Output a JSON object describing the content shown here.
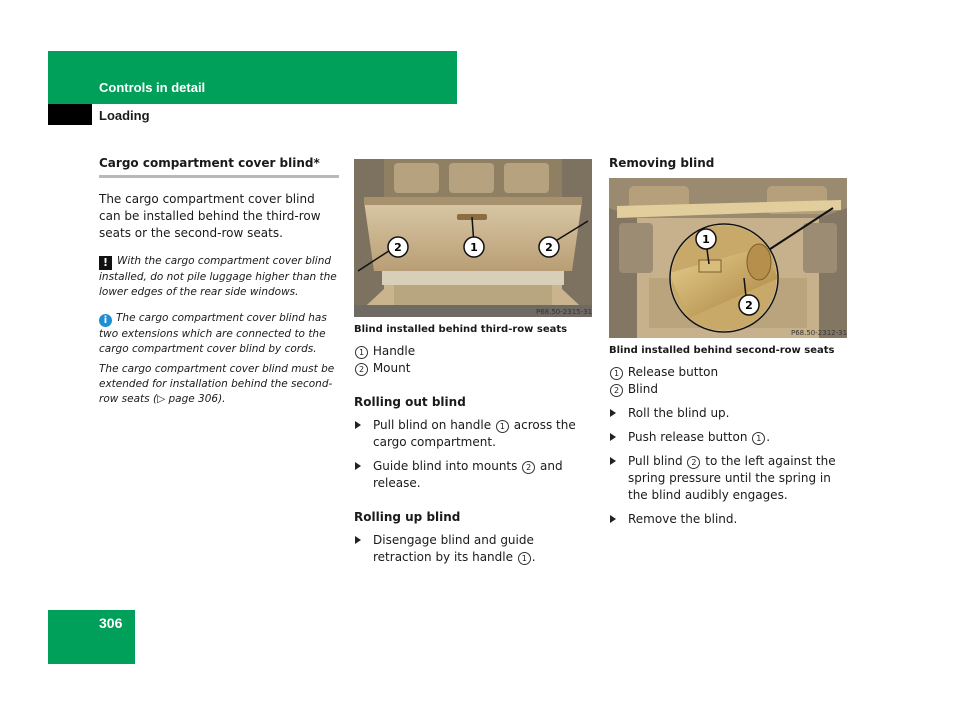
{
  "header": {
    "title": "Controls in detail",
    "subtitle": "Loading"
  },
  "page_number": "306",
  "left": {
    "heading": "Cargo compartment cover blind*",
    "intro": "The cargo compartment cover blind can be installed behind the third-row seats or the second-row seats.",
    "warning": "With the cargo compartment cover blind installed, do not pile luggage higher than the lower edges of the rear side windows.",
    "info1": "The cargo compartment cover blind has two extensions which are connected to the cargo compartment cover blind by cords.",
    "info2_before": "The cargo compartment cover blind must be extended for installation behind the second-row seats (",
    "info2_arrow": "▷",
    "info2_after": " page 306)."
  },
  "middle": {
    "image_ref": "P68.50-2315-31",
    "image_caption": "Blind installed behind third-row seats",
    "legend": [
      {
        "num": "1",
        "label": "Handle"
      },
      {
        "num": "2",
        "label": "Mount"
      }
    ],
    "rolling_out": {
      "heading": "Rolling out blind",
      "step1_a": "Pull blind on handle ",
      "step1_num": "1",
      "step1_b": " across the cargo compartment.",
      "step2_a": "Guide blind into mounts ",
      "step2_num": "2",
      "step2_b": " and release."
    },
    "rolling_up": {
      "heading": "Rolling up blind",
      "step1_a": "Disengage blind and guide retraction by its handle ",
      "step1_num": "1",
      "step1_b": "."
    }
  },
  "right": {
    "heading": "Removing blind",
    "image_ref": "P68.50-2312-31",
    "image_caption": "Blind installed behind second-row seats",
    "legend": [
      {
        "num": "1",
        "label": "Release button"
      },
      {
        "num": "2",
        "label": "Blind"
      }
    ],
    "step1": "Roll the blind up.",
    "step2_a": "Push release button ",
    "step2_num": "1",
    "step2_b": ".",
    "step3_a": "Pull blind ",
    "step3_num": "2",
    "step3_b": " to the left against the spring pressure until the spring in the blind audibly engages.",
    "step4": "Remove the blind."
  },
  "colors": {
    "accent_green": "#00a05a",
    "info_blue": "#1e8fd4"
  }
}
